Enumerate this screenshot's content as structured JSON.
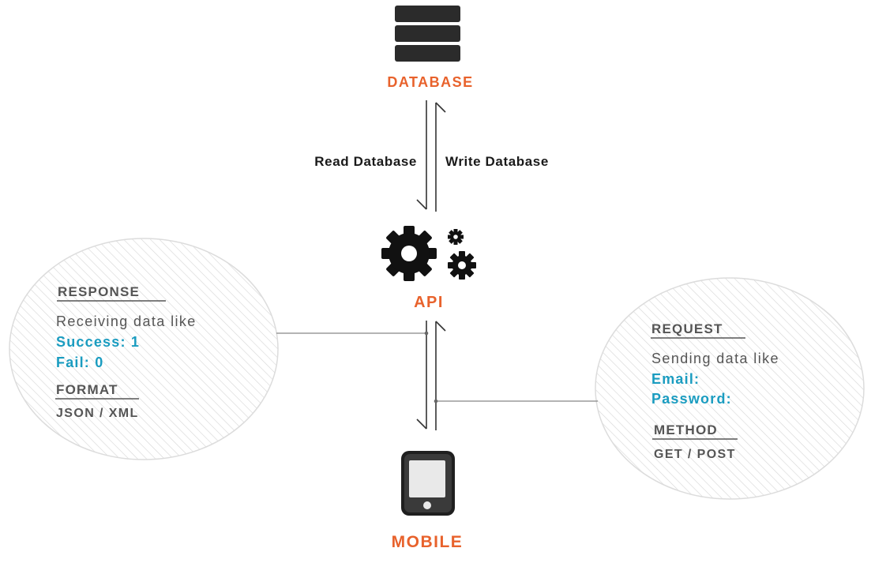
{
  "colors": {
    "accent_orange": "#e8622c",
    "accent_teal": "#1a9cc0",
    "text_dark": "#1a1a1a",
    "text_gray": "#555555",
    "line_gray": "#888888",
    "icon_dark": "#2b2b2b"
  },
  "nodes": {
    "database": {
      "label": "DATABASE",
      "icon": "database-icon"
    },
    "api": {
      "label": "API",
      "icon": "gears-icon"
    },
    "mobile": {
      "label": "MOBILE",
      "icon": "smartphone-icon"
    }
  },
  "edges": {
    "read_label": "Read Database",
    "write_label": "Write Database"
  },
  "response_panel": {
    "heading": "RESPONSE",
    "description": "Receiving data like",
    "items": [
      "Success: 1",
      "Fail: 0"
    ],
    "format_heading": "FORMAT",
    "format_value": "JSON / XML"
  },
  "request_panel": {
    "heading": "REQUEST",
    "description": "Sending data like",
    "items": [
      "Email:",
      "Password:"
    ],
    "method_heading": "METHOD",
    "method_value": "GET / POST"
  }
}
